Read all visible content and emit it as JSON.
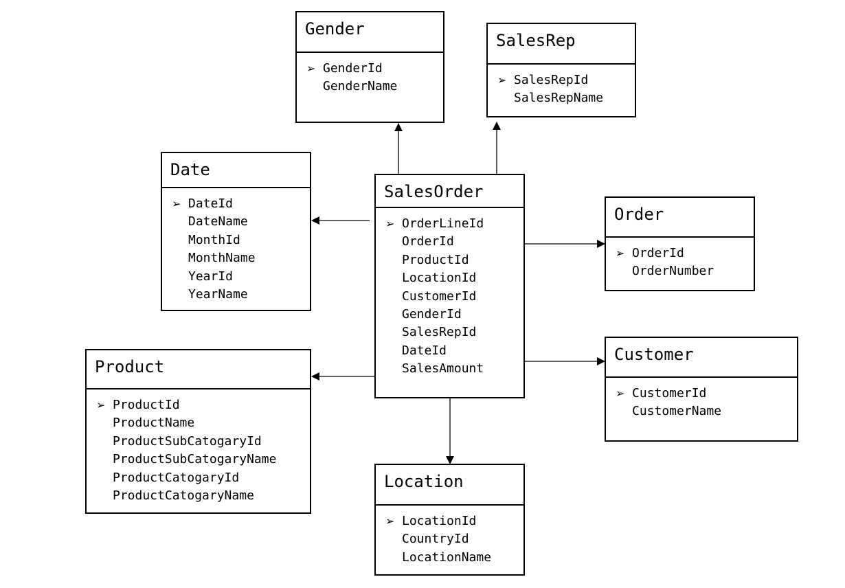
{
  "entities": {
    "gender": {
      "title": "Gender",
      "fields": [
        "GenderId",
        "GenderName"
      ]
    },
    "salesrep": {
      "title": "SalesRep",
      "fields": [
        "SalesRepId",
        "SalesRepName"
      ]
    },
    "date": {
      "title": "Date",
      "fields": [
        "DateId",
        "DateName",
        "MonthId",
        "MonthName",
        "YearId",
        "YearName"
      ]
    },
    "salesorder": {
      "title": "SalesOrder",
      "fields": [
        "OrderLineId",
        "OrderId",
        "ProductId",
        "LocationId",
        "CustomerId",
        "GenderId",
        "SalesRepId",
        "DateId",
        "SalesAmount"
      ]
    },
    "order": {
      "title": "Order",
      "fields": [
        "OrderId",
        "OrderNumber"
      ]
    },
    "customer": {
      "title": "Customer",
      "fields": [
        "CustomerId",
        "CustomerName"
      ]
    },
    "product": {
      "title": "Product",
      "fields": [
        "ProductId",
        "ProductName",
        "ProductSubCatogaryId",
        "ProductSubCatogaryName",
        "ProductCatogaryId",
        "ProductCatogaryName"
      ]
    },
    "location": {
      "title": "Location",
      "fields": [
        "LocationId",
        "CountryId",
        "LocationName"
      ]
    }
  },
  "key_icon": "arrowhead-key-icon",
  "relationships": [
    {
      "from": "salesorder",
      "to": "gender"
    },
    {
      "from": "salesorder",
      "to": "salesrep"
    },
    {
      "from": "salesorder",
      "to": "date"
    },
    {
      "from": "salesorder",
      "to": "order"
    },
    {
      "from": "salesorder",
      "to": "customer"
    },
    {
      "from": "salesorder",
      "to": "product"
    },
    {
      "from": "salesorder",
      "to": "location"
    }
  ],
  "line_color": "#000000"
}
